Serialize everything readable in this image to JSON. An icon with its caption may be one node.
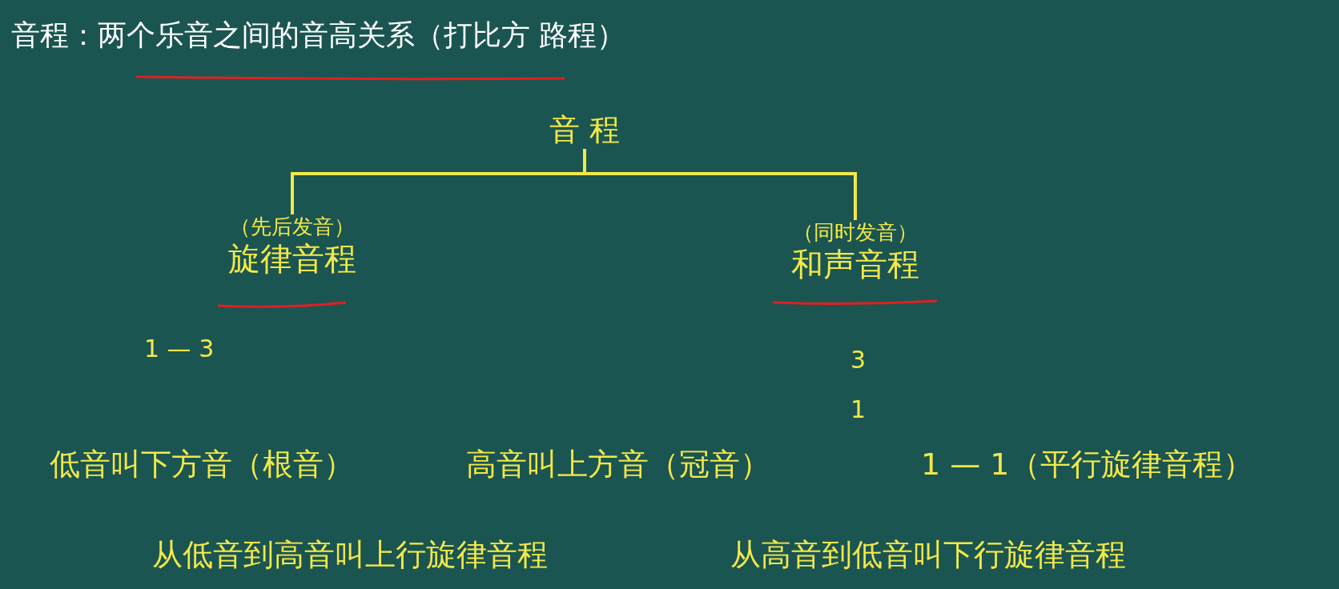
{
  "diagram": {
    "title": "音程：两个乐音之间的音高关系（打比方 路程）",
    "nodes": [
      {
        "text": [
          "音 程"
        ]
      },
      {
        "text": [
          "（先后发音）",
          "旋律音程"
        ]
      },
      {
        "text": [
          "（同时发音）",
          "和声音程"
        ]
      }
    ],
    "edges": [
      {
        "from": 0,
        "to": 1,
        "arrow": "none"
      },
      {
        "from": 0,
        "to": 2,
        "arrow": "none"
      }
    ],
    "labels": [
      "1 — 3",
      "3",
      "1",
      "低音叫下方音（根音）",
      "高音叫上方音（冠音）",
      "1 — 1（平行旋律音程）",
      "从低音到高音叫上行旋律音程",
      "从高音到低音叫下行旋律音程"
    ]
  }
}
